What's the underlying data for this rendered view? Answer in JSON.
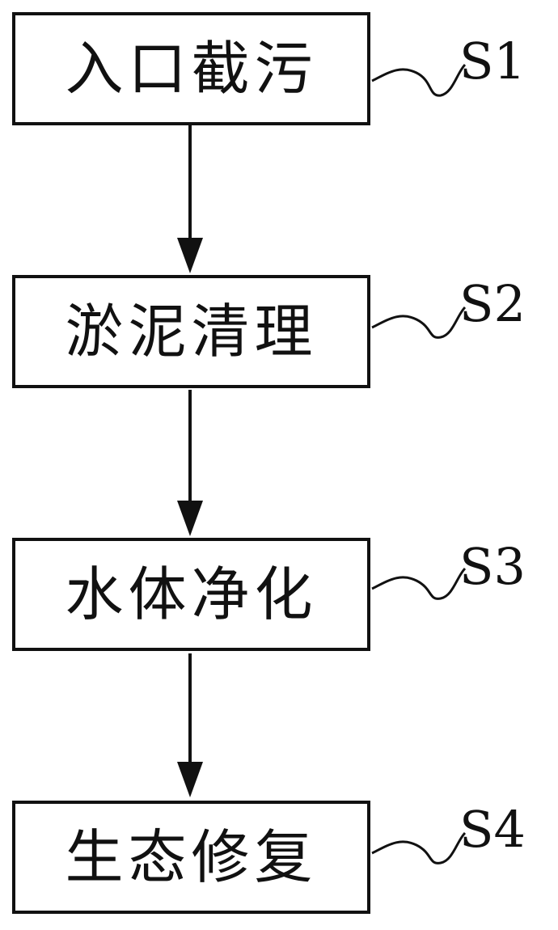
{
  "steps": [
    {
      "text": "入口截污",
      "label": "S1"
    },
    {
      "text": "淤泥清理",
      "label": "S2"
    },
    {
      "text": "水体净化",
      "label": "S3"
    },
    {
      "text": "生态修复",
      "label": "S4"
    }
  ],
  "colors": {
    "line": "#111111",
    "background": "#ffffff"
  }
}
